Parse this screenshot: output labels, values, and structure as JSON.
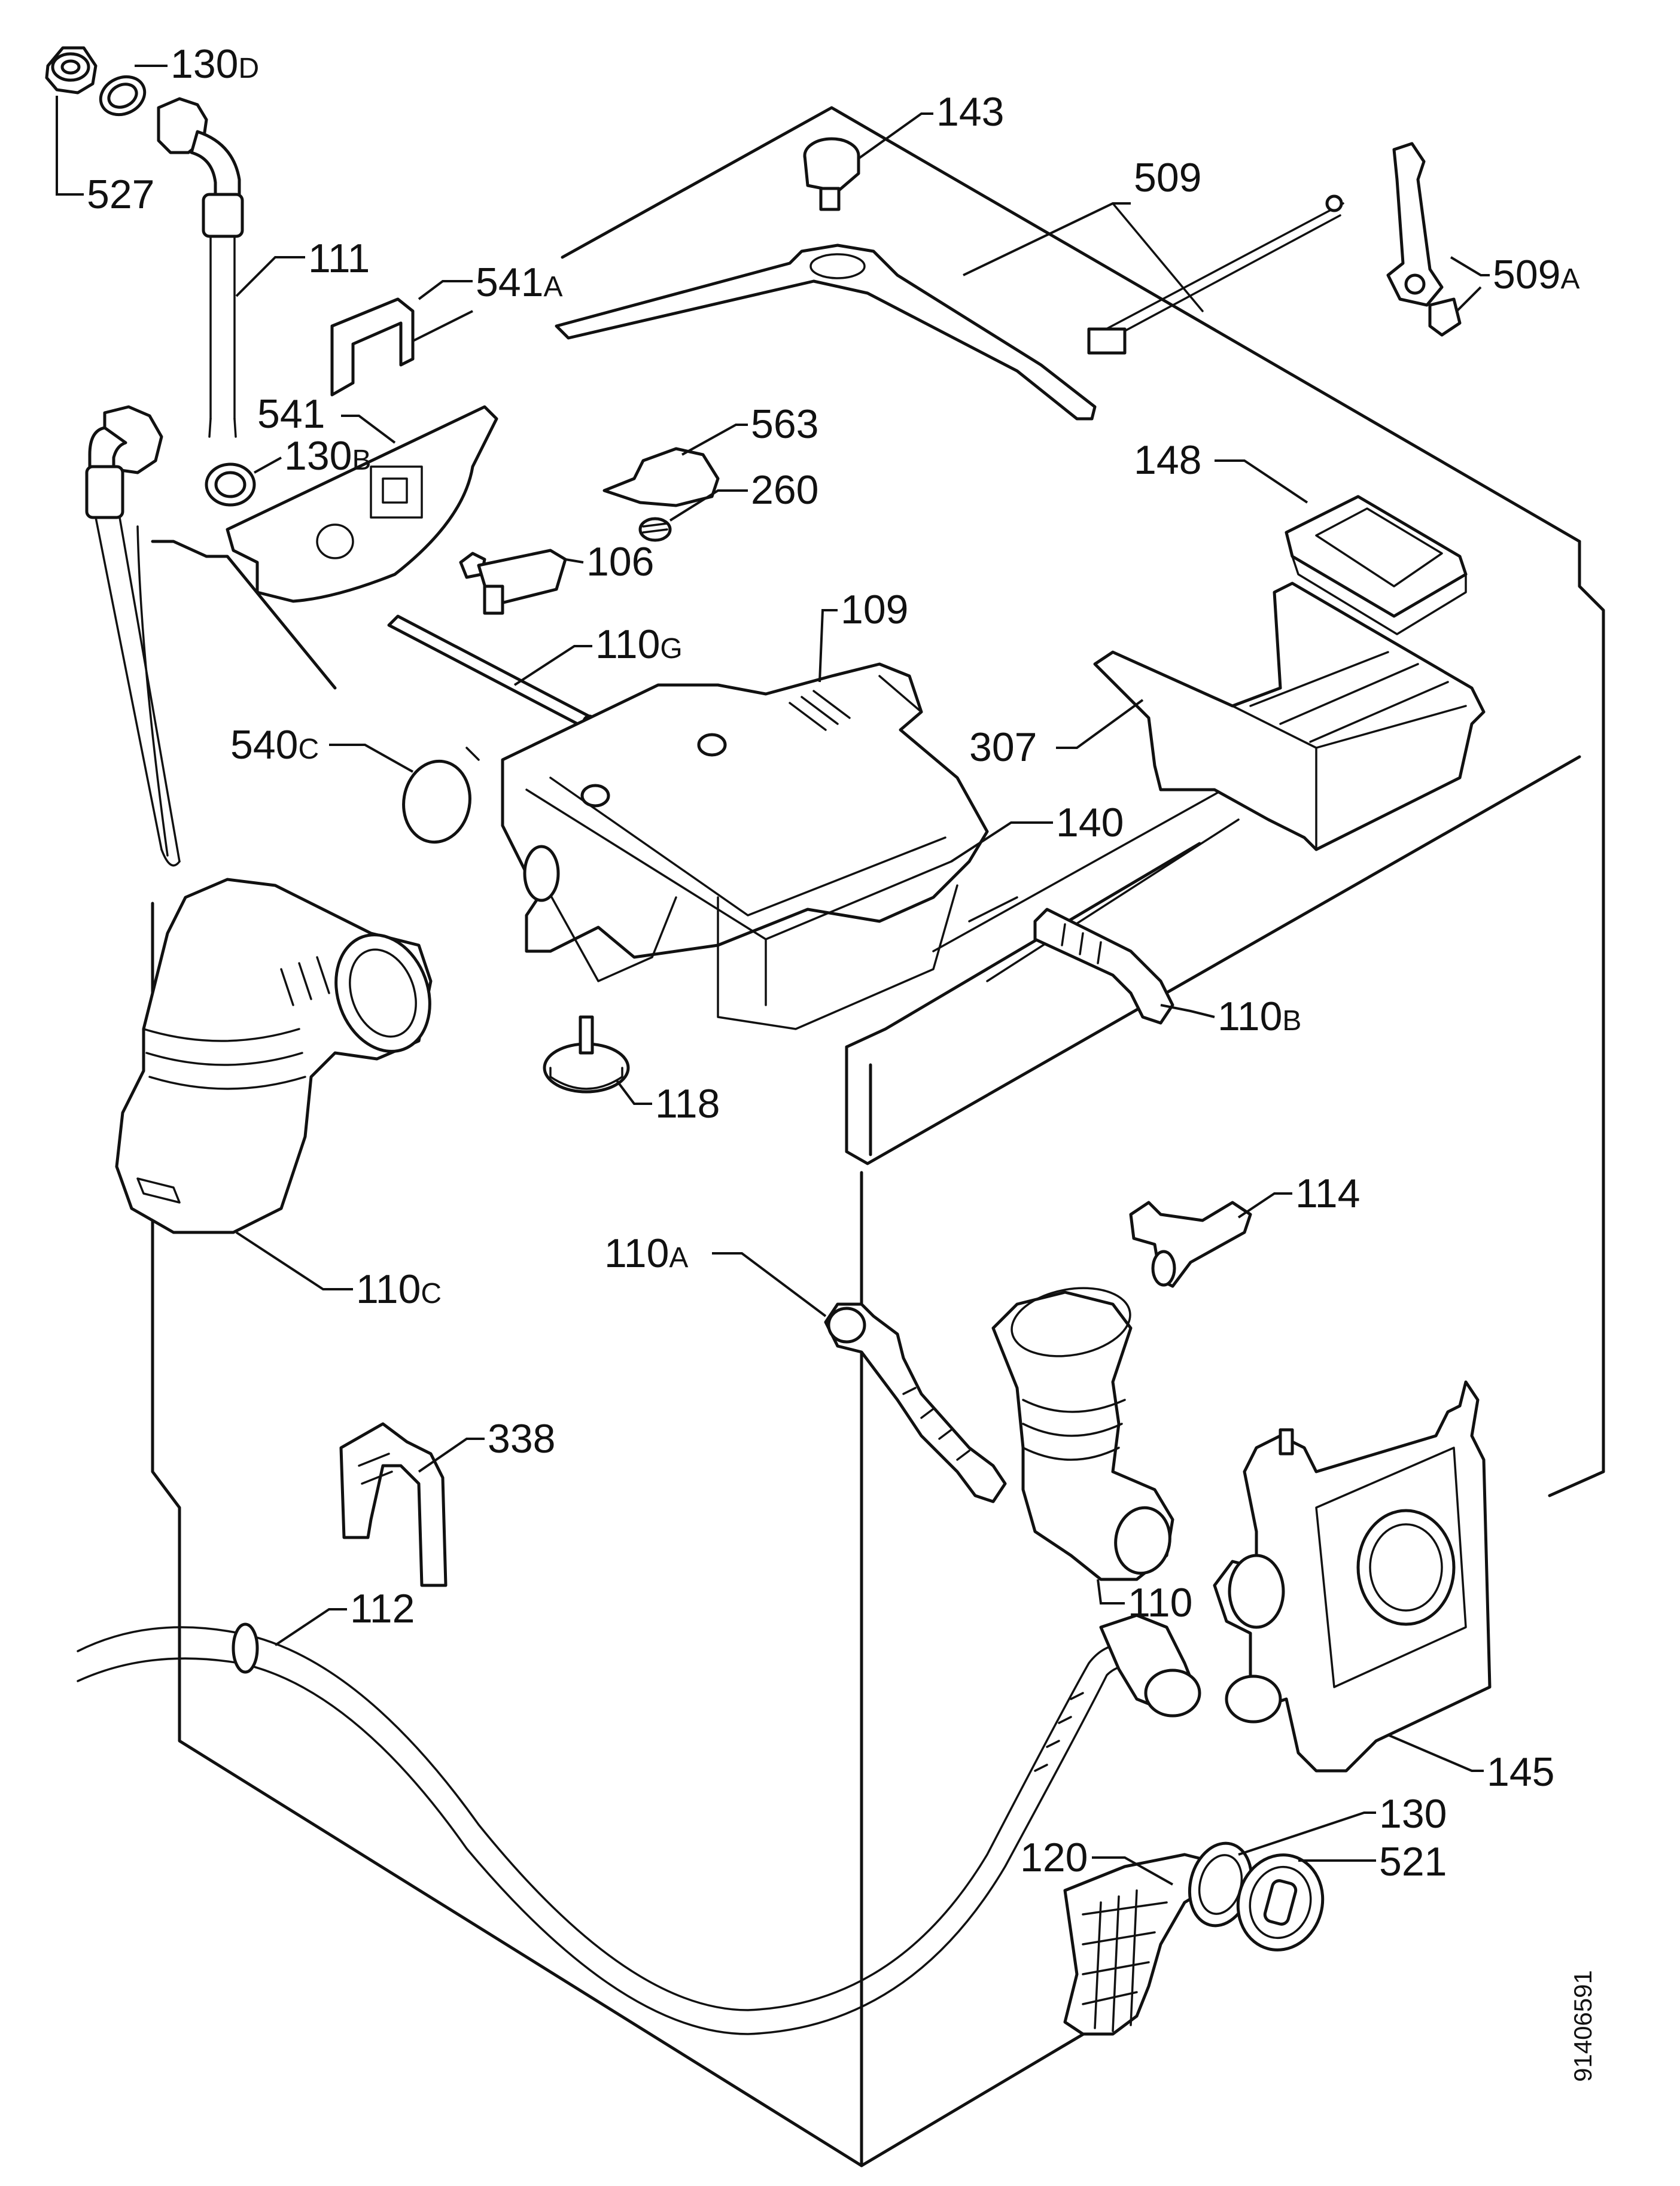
{
  "labels": {
    "l130d": {
      "num": "130",
      "suffix": "D"
    },
    "l527": {
      "num": "527",
      "suffix": ""
    },
    "l111": {
      "num": "111",
      "suffix": ""
    },
    "l541a": {
      "num": "541",
      "suffix": "A"
    },
    "l541": {
      "num": "541",
      "suffix": ""
    },
    "l130b": {
      "num": "130",
      "suffix": "B"
    },
    "l143": {
      "num": "143",
      "suffix": ""
    },
    "l509": {
      "num": "509",
      "suffix": ""
    },
    "l509a": {
      "num": "509",
      "suffix": "A"
    },
    "l563": {
      "num": "563",
      "suffix": ""
    },
    "l260": {
      "num": "260",
      "suffix": ""
    },
    "l106": {
      "num": "106",
      "suffix": ""
    },
    "l148": {
      "num": "148",
      "suffix": ""
    },
    "l110g": {
      "num": "110",
      "suffix": "G"
    },
    "l109": {
      "num": "109",
      "suffix": ""
    },
    "l540c": {
      "num": "540",
      "suffix": "C"
    },
    "l307": {
      "num": "307",
      "suffix": ""
    },
    "l140": {
      "num": "140",
      "suffix": ""
    },
    "l110b": {
      "num": "110",
      "suffix": "B"
    },
    "l118": {
      "num": "118",
      "suffix": ""
    },
    "l114": {
      "num": "114",
      "suffix": ""
    },
    "l110c": {
      "num": "110",
      "suffix": "C"
    },
    "l110a": {
      "num": "110",
      "suffix": "A"
    },
    "l338": {
      "num": "338",
      "suffix": ""
    },
    "l110": {
      "num": "110",
      "suffix": ""
    },
    "l112": {
      "num": "112",
      "suffix": ""
    },
    "l145": {
      "num": "145",
      "suffix": ""
    },
    "l130": {
      "num": "130",
      "suffix": ""
    },
    "l120": {
      "num": "120",
      "suffix": ""
    },
    "l521": {
      "num": "521",
      "suffix": ""
    }
  },
  "document_id": "91406591"
}
